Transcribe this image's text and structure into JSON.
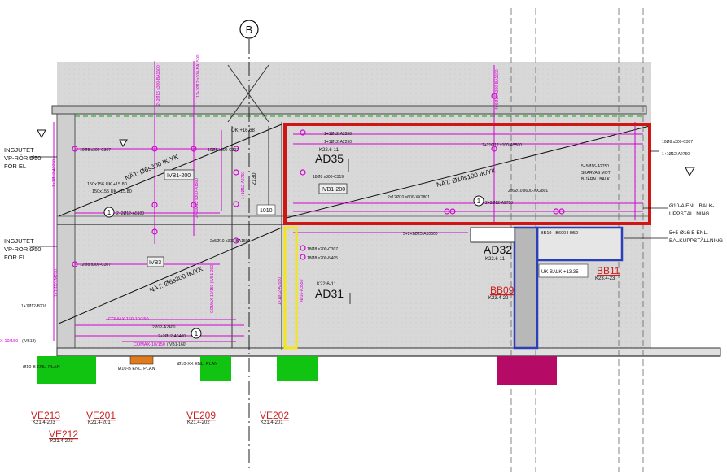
{
  "grid": {
    "axis_label": "B"
  },
  "left_notes": {
    "pipe_upper": [
      "INGJUTET",
      "VP-RÖR Ø50",
      "FÖR EL"
    ],
    "pipe_lower": [
      "INGJUTET",
      "VP-RÖR Ø50",
      "FÖR EL"
    ]
  },
  "element_labels": {
    "ad35": "AD35",
    "ad35_ref": "K22.6-11",
    "ad31": "AD31",
    "ad31_ref": "K22.6-11",
    "ad32": "AD32",
    "ad32_ref": "K22.6-11",
    "ivb1_a": "IVB1-200",
    "ivb1_b": "IVB1-200",
    "ivb3": "IVB3",
    "bb09": "BB09",
    "bb09_ref": "K23.4-22",
    "bb11": "BB11",
    "bb11_ref": "K23.4-23",
    "uk_balk": "UK BALK +13.35"
  },
  "annotations": {
    "net_upper_left": "NÄT: Ø6s300 IK/YK",
    "net_lower_left": "NÄT: Ø6s300 IK/YK",
    "net_right": "NÄT: Ø10s100 IK/YK",
    "ok": "ÖK +16.68",
    "dim_2130": "2130",
    "dim_1010": "1010",
    "sleeve_1": "150x156 UK +15.80",
    "sleeve_2": "150x155 UK +15.80",
    "bar_a5100": "2+2Ø12-A5100",
    "bar_a2250_1": "1+1Ø12-A2250",
    "bar_a2250_2": "1+1Ø12-A2250",
    "bar_a5500": "2+21Ø12 s100-A5500",
    "bar_c307_r": "10Ø8 s300-C307",
    "bar_a2750_r": "1+1Ø12-A2750",
    "bar_skarvas": [
      "5+5Ø16-A2750",
      "SKARVAS MOT",
      "B-JÄRN I BALK"
    ],
    "bar_a9750": "2+2Ø12-A9750",
    "bar_xx2801_a": "2x12Ø10 s600-XX2801",
    "bar_xx2801_b": "2x6Ø10 s600-XX2801",
    "bar_a10500": "5+2+2Ø25-A10500",
    "bar_c307_1": "10Ø8 s300-C307",
    "bar_c307_2": "12Ø8 s300-C307",
    "bar_c319": "18Ø8 s300-C319",
    "bar_ba1500": "2x5Ø10 s300-BA1500",
    "bar_c307_3": "18Ø8 s200-C307",
    "bar_n405": "18Ø8 s200-N405",
    "bar_b216": "1+1Ø12-B216",
    "bar_a2400": "2Ø12-A2400",
    "bar_a6400": "2+2Ø12-A6400",
    "comax_1": "COMAX 160-10/150",
    "comax_2": "COMAX-10/150",
    "ivb1_160": "(IVB1-160)",
    "left_cut": "X-10/150",
    "left_cut2": "(IVB18)",
    "balk_uppst_1": [
      "Ø10-A ENL. BALK-",
      "UPPSTÄLLNING"
    ],
    "balk_uppst_2": [
      "5+5 Ø16-B ENL.",
      "BALKUPPSTÄLLNING"
    ],
    "balk_bb": "BB10 - B600-H950",
    "plan_1": "Ø10-B ENL. PLAN",
    "plan_2": "Ø10-B ENL. PLAN",
    "plan_3": "Ø10-XX ENL. PLAN",
    "v_bars": [
      "2+2Ø16 s300-BA1500",
      "17+3Ø12 s300-BA1500",
      "4+6Ø16 s300-BA1500",
      "2+21Ø12 s300-A1500",
      "1+1Ø12-A2750",
      "1+1Ø12-A4200",
      "1+1Ø12-A3550",
      "4Ø16-A3550",
      "COMAX-10/150 (IVB1-200)",
      "1+1Ø12-A2750"
    ]
  },
  "foundation_refs": [
    {
      "id": "VE213",
      "ref": "K21.4-203"
    },
    {
      "id": "VE201",
      "ref": "K21.4-201"
    },
    {
      "id": "VE212",
      "ref": "K21.4-203"
    },
    {
      "id": "VE209",
      "ref": "K21.4-202"
    },
    {
      "id": "VE202",
      "ref": "K21.4-201"
    }
  ],
  "colors": {
    "magenta": "#d400d4",
    "red": "#d01515",
    "blue": "#2a3fb8",
    "yellow": "#f2e51a",
    "green": "#12c412",
    "orange": "#e07a1a",
    "maroon": "#b50b66",
    "wall": "#dcdcdc"
  }
}
